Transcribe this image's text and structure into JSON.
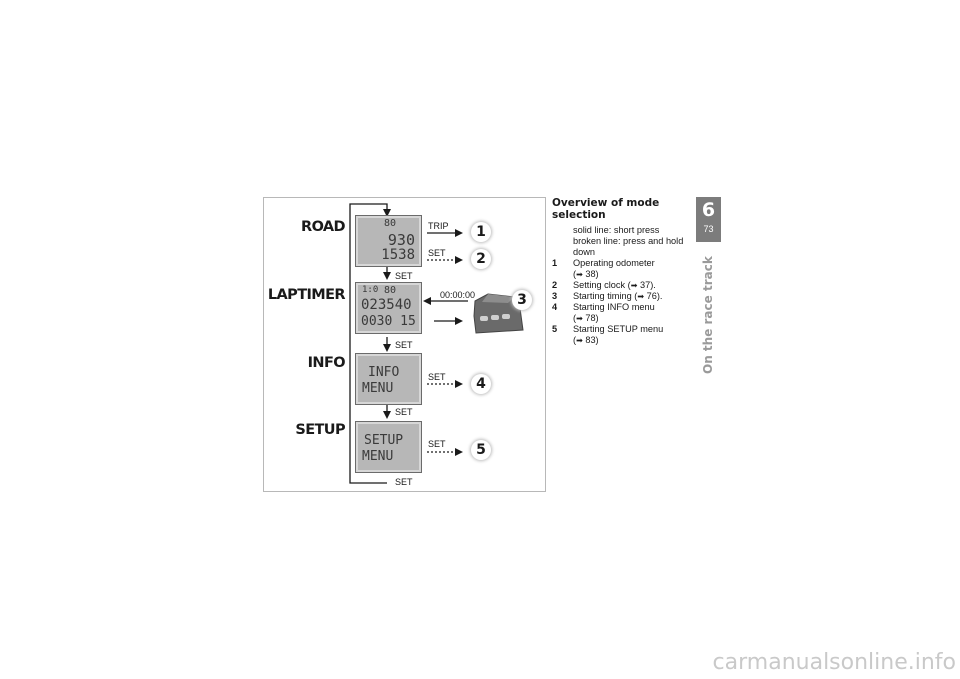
{
  "figure": {
    "modes": [
      "ROAD",
      "LAPTIMER",
      "INFO",
      "SETUP"
    ],
    "road_display": {
      "top": "80",
      "line1": "930",
      "line2": "1538"
    },
    "laptimer_display": {
      "top_left": "1:0",
      "top_right": "80",
      "line1": "023540",
      "line2": "0030 15"
    },
    "info_display": {
      "line1": "INFO",
      "line2": "MENU"
    },
    "setup_display": {
      "line1": "SETUP",
      "line2": "MENU"
    },
    "trip_label": "TRIP",
    "set_label": "SET",
    "timer_readout": "00:00:00",
    "callouts": [
      "1",
      "2",
      "3",
      "4",
      "5"
    ]
  },
  "text": {
    "heading": "Overview of mode selection",
    "legend_solid": "solid line:  short press",
    "legend_broken": "broken line:  press and hold down",
    "items": [
      {
        "num": "1",
        "label": "Operating odometer",
        "ref": "38)"
      },
      {
        "num": "2",
        "label": "Setting clock",
        "ref": "37)."
      },
      {
        "num": "3",
        "label": "Starting timing",
        "ref": "76)."
      },
      {
        "num": "4",
        "label": "Starting INFO menu",
        "ref": "78)"
      },
      {
        "num": "5",
        "label": "Starting SETUP menu",
        "ref": "83)"
      }
    ]
  },
  "chapter": {
    "number": "6",
    "page": "73",
    "title": "On the race track"
  },
  "watermark": "carmanualsonline.info",
  "colors": {
    "chapter_box": "#7c7c7c",
    "lcd_background": "#b7b7b7",
    "side_title": "#9a9a9a"
  }
}
